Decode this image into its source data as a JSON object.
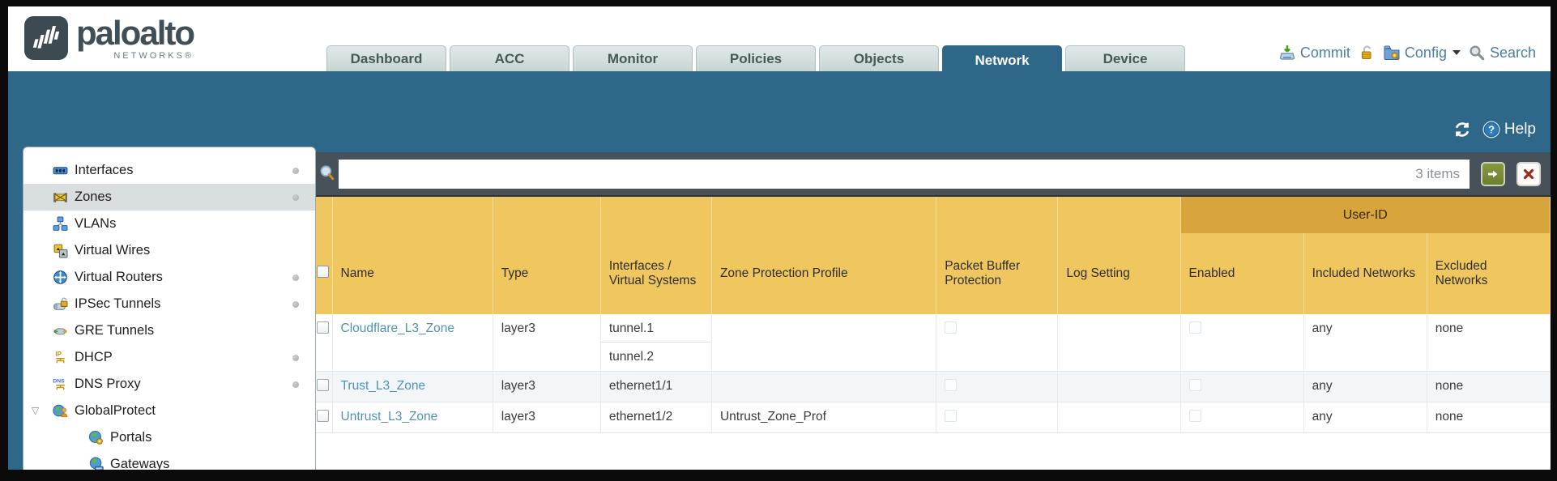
{
  "header": {
    "logo": {
      "brand": "paloalto",
      "sub": "NETWORKS®"
    },
    "tabs": [
      {
        "label": "Dashboard",
        "active": false
      },
      {
        "label": "ACC",
        "active": false
      },
      {
        "label": "Monitor",
        "active": false
      },
      {
        "label": "Policies",
        "active": false
      },
      {
        "label": "Objects",
        "active": false
      },
      {
        "label": "Network",
        "active": true
      },
      {
        "label": "Device",
        "active": false
      }
    ],
    "actions": {
      "commit": "Commit",
      "config": "Config",
      "search": "Search"
    }
  },
  "band": {
    "help": "Help"
  },
  "sidebar": {
    "items": [
      {
        "label": "Interfaces",
        "icon": "interfaces",
        "dot": true,
        "selected": false,
        "child": false,
        "expander": false
      },
      {
        "label": "Zones",
        "icon": "zones",
        "dot": true,
        "selected": true,
        "child": false,
        "expander": false
      },
      {
        "label": "VLANs",
        "icon": "vlans",
        "dot": false,
        "selected": false,
        "child": false,
        "expander": false
      },
      {
        "label": "Virtual Wires",
        "icon": "virtual-wires",
        "dot": false,
        "selected": false,
        "child": false,
        "expander": false
      },
      {
        "label": "Virtual Routers",
        "icon": "virtual-routers",
        "dot": true,
        "selected": false,
        "child": false,
        "expander": false
      },
      {
        "label": "IPSec Tunnels",
        "icon": "ipsec-tunnels",
        "dot": true,
        "selected": false,
        "child": false,
        "expander": false
      },
      {
        "label": "GRE Tunnels",
        "icon": "gre-tunnels",
        "dot": false,
        "selected": false,
        "child": false,
        "expander": false
      },
      {
        "label": "DHCP",
        "icon": "dhcp",
        "dot": true,
        "selected": false,
        "child": false,
        "expander": false
      },
      {
        "label": "DNS Proxy",
        "icon": "dns-proxy",
        "dot": true,
        "selected": false,
        "child": false,
        "expander": false
      },
      {
        "label": "GlobalProtect",
        "icon": "globalprotect",
        "dot": false,
        "selected": false,
        "child": false,
        "expander": true
      },
      {
        "label": "Portals",
        "icon": "portals",
        "dot": false,
        "selected": false,
        "child": true,
        "expander": false
      },
      {
        "label": "Gateways",
        "icon": "gateways",
        "dot": false,
        "selected": false,
        "child": true,
        "expander": false
      }
    ]
  },
  "filterbar": {
    "value": "",
    "count": "3 items"
  },
  "table": {
    "group_header": "User-ID",
    "columns": [
      "Name",
      "Type",
      "Interfaces / Virtual Systems",
      "Zone Protection Profile",
      "Packet Buffer Protection",
      "Log Setting",
      "Enabled",
      "Included Networks",
      "Excluded Networks"
    ],
    "rows": [
      {
        "name": "Cloudflare_L3_Zone",
        "type": "layer3",
        "interfaces": [
          "tunnel.1",
          "tunnel.2"
        ],
        "zone_protection_profile": "",
        "packet_buffer_protection": false,
        "log_setting": "",
        "user_id_enabled": false,
        "included_networks": "any",
        "excluded_networks": "none"
      },
      {
        "name": "Trust_L3_Zone",
        "type": "layer3",
        "interfaces": [
          "ethernet1/1"
        ],
        "zone_protection_profile": "",
        "packet_buffer_protection": false,
        "log_setting": "",
        "user_id_enabled": false,
        "included_networks": "any",
        "excluded_networks": "none"
      },
      {
        "name": "Untrust_L3_Zone",
        "type": "layer3",
        "interfaces": [
          "ethernet1/2"
        ],
        "zone_protection_profile": "Untrust_Zone_Prof",
        "packet_buffer_protection": false,
        "log_setting": "",
        "user_id_enabled": false,
        "included_networks": "any",
        "excluded_networks": "none"
      }
    ]
  },
  "colors": {
    "accent_teal": "#2E6787",
    "table_header_amber": "#EFC75E",
    "user_id_band": "#D8A43C",
    "filterbar_slate": "#47515A",
    "link_blue": "#4E93B5",
    "alt_row": "#F3F6F8"
  }
}
